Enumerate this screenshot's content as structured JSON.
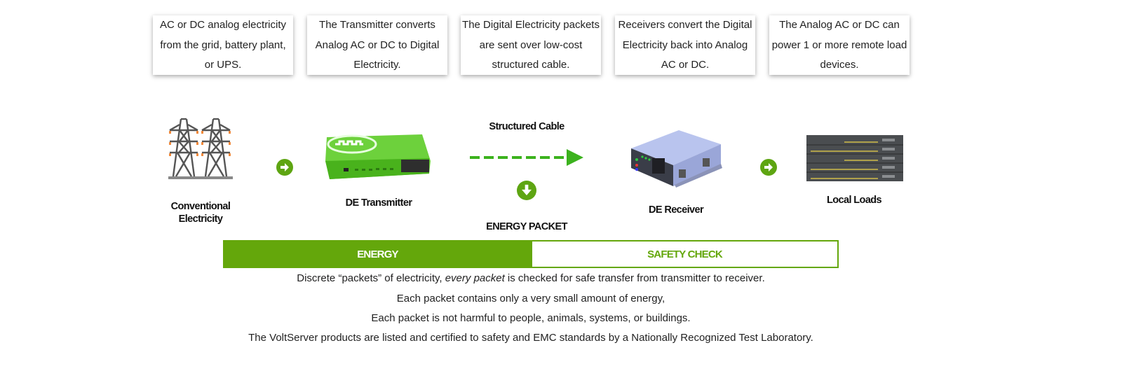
{
  "cards": [
    {
      "text": "AC or DC analog electricity from the grid, battery plant, or UPS."
    },
    {
      "text": "The Transmitter converts Analog AC or DC to Digital Electricity."
    },
    {
      "text": "The Digital Electricity packets are sent over low-cost structured cable."
    },
    {
      "text": "Receivers convert the Digital Electricity back into Analog AC or DC."
    },
    {
      "text": "The Analog AC or DC can power 1 or more remote load devices."
    }
  ],
  "flow": {
    "conventional": {
      "label_line1": "Conventional",
      "label_line2": "Electricity",
      "icon": "power-tower-icon"
    },
    "transmitter": {
      "label": "DE Transmitter",
      "icon": "transmitter-device-icon"
    },
    "cable": {
      "label": "Structured Cable",
      "icon": "dashed-arrow-icon"
    },
    "packet": {
      "label": "ENERGY PACKET",
      "icon": "arrow-down-circle-icon"
    },
    "receiver": {
      "label": "DE Receiver",
      "icon": "receiver-device-icon"
    },
    "loads": {
      "label": "Local Loads",
      "icon": "network-switch-stack-icon"
    },
    "connector_icon": "arrow-right-circle-icon"
  },
  "packet_bar": {
    "energy_label": "ENERGY",
    "safety_label": "SAFETY CHECK"
  },
  "description": {
    "line1_pre": "Discrete “packets” of electricity, ",
    "line1_em": "every packet",
    "line1_post": " is checked for safe transfer from transmitter to receiver.",
    "line2": "Each packet contains only a very small amount of energy,",
    "line3": "Each packet is not harmful to people, animals, systems, or buildings.",
    "line4": "The VoltServer products are listed and certified to safety and EMC standards by a Nationally Recognized Test Laboratory."
  },
  "colors": {
    "brand_green": "#64a70b",
    "arrow_green": "#3cb21e",
    "circle_green": "#5ea512"
  }
}
